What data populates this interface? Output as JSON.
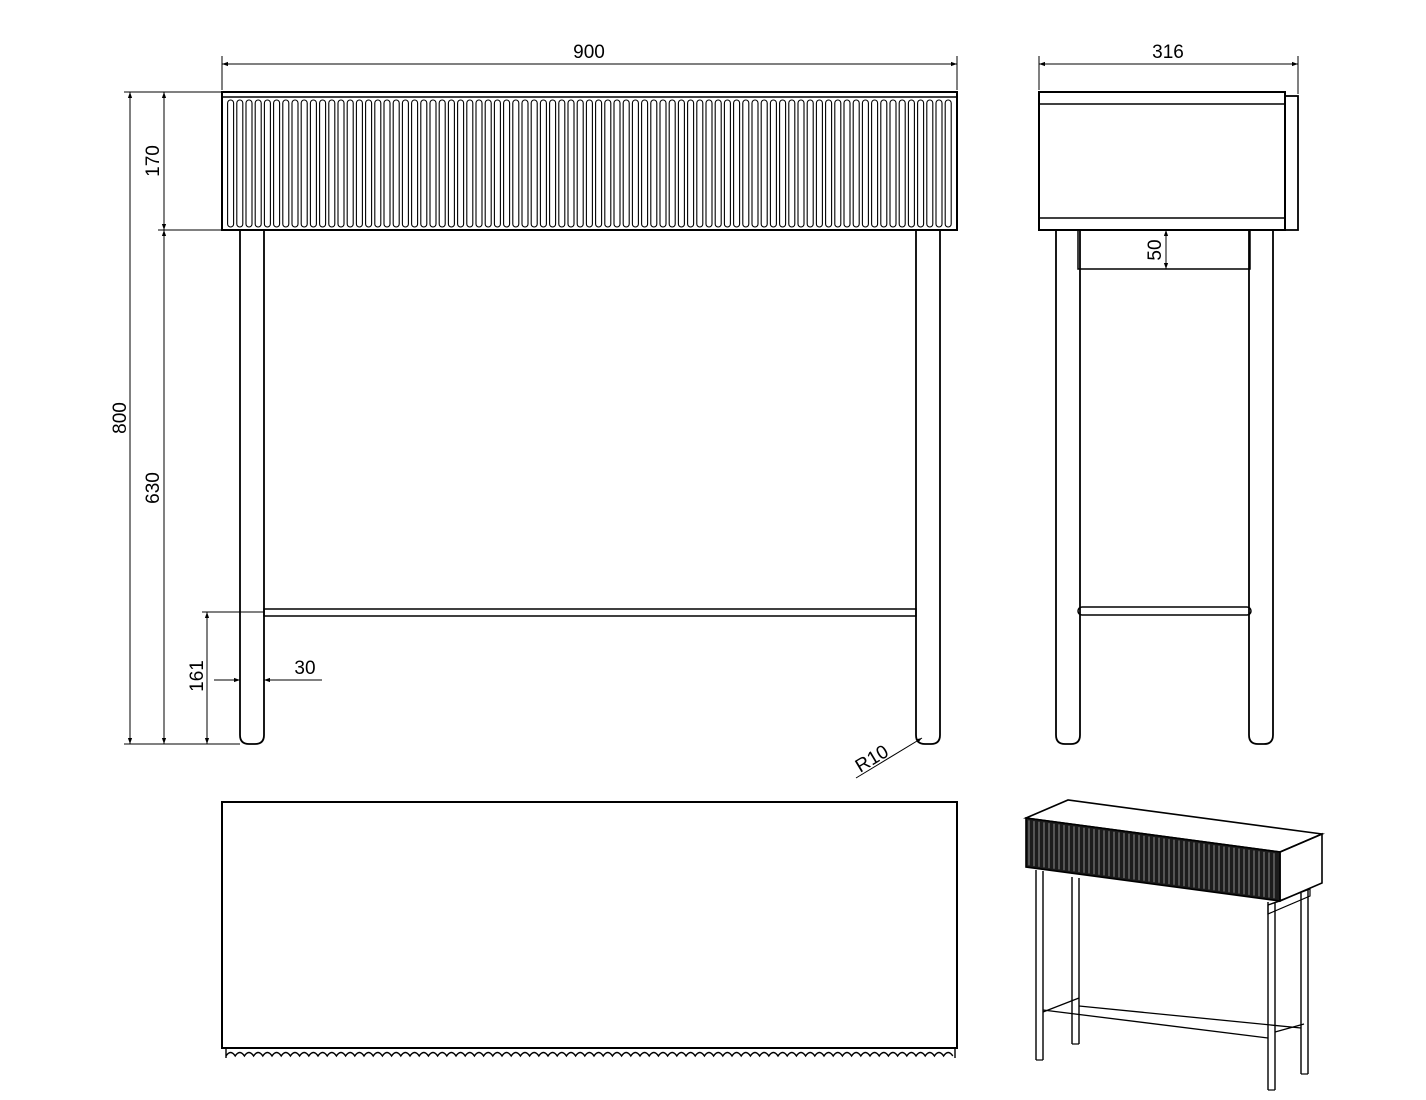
{
  "drawing": {
    "dimensions": {
      "width": "900",
      "depth": "316",
      "total_height": "800",
      "drawer_height": "170",
      "leg_height": "630",
      "stretcher_height": "161",
      "leg_diameter": "30",
      "drawer_clearance": "50",
      "leg_radius": "R10"
    },
    "views": [
      "front-view",
      "side-view",
      "top-view",
      "perspective-view"
    ]
  }
}
